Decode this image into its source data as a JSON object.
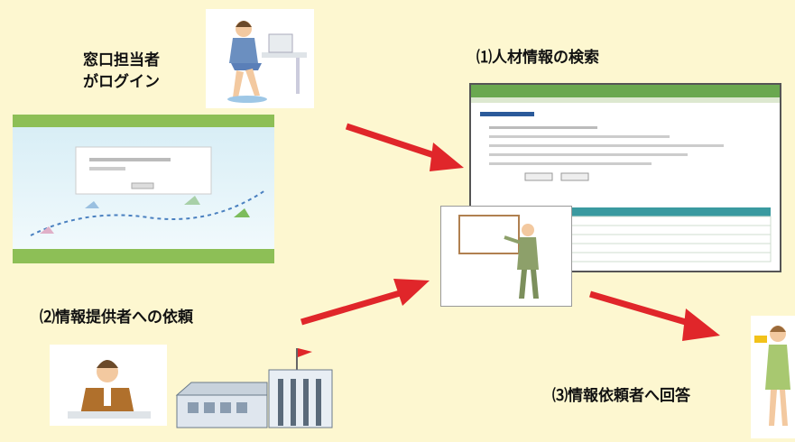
{
  "labels": {
    "login": [
      "窓口担当者",
      "がログイン"
    ],
    "step1": "⑴人材情報の検索",
    "step2": "⑵情報提供者への依頼",
    "step3": "⑶情報依頼者へ回答"
  },
  "colors": {
    "background": "#fdf7d0",
    "arrow": "#e0262a",
    "screen_green": "#8dbf56"
  },
  "icons": [
    "woman-at-computer",
    "login-screen",
    "search-screen",
    "presenter-at-board",
    "man-at-desk",
    "factory-building",
    "woman-on-phone"
  ]
}
